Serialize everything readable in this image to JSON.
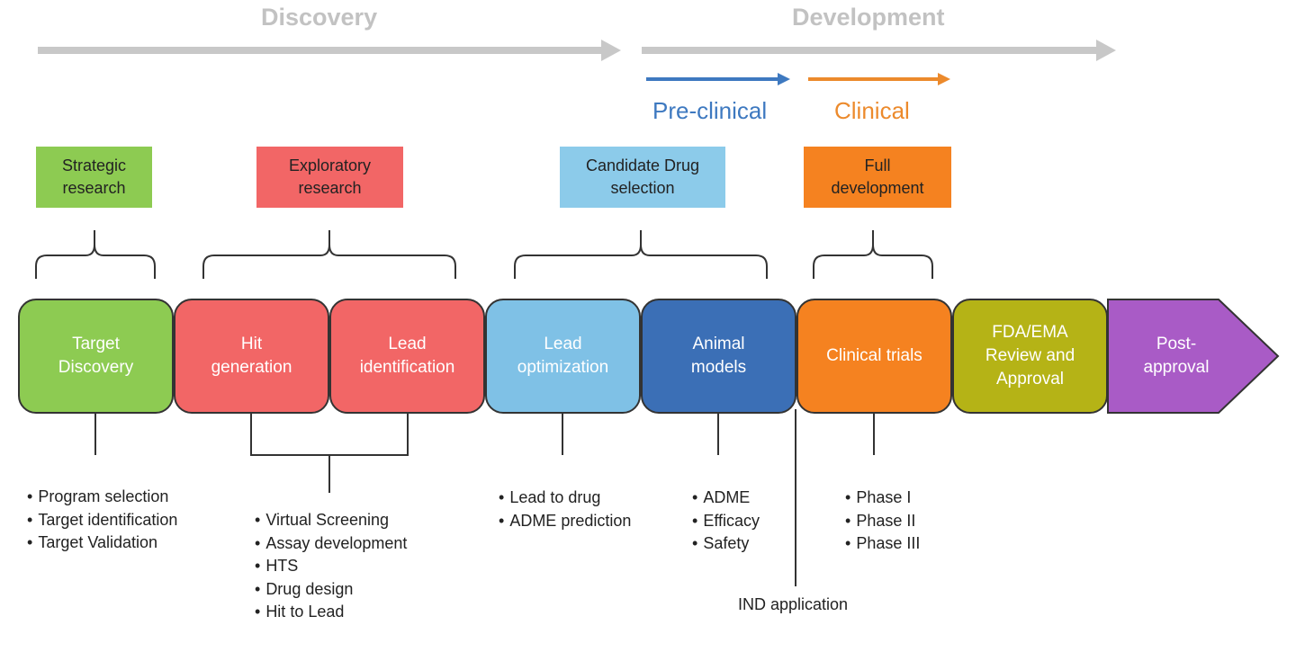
{
  "phases": {
    "discovery": "Discovery",
    "development": "Development"
  },
  "subphases": {
    "preclinical": "Pre-clinical",
    "clinical": "Clinical"
  },
  "categories": [
    {
      "label": "Strategic\nresearch",
      "color": "#8dcb52"
    },
    {
      "label": "Exploratory\nresearch",
      "color": "#f26666"
    },
    {
      "label": "Candidate Drug\nselection",
      "color": "#8ccbea"
    },
    {
      "label": "Full\ndevelopment",
      "color": "#f58220"
    }
  ],
  "stages": [
    {
      "label": "Target\nDiscovery",
      "color": "#8dcb52"
    },
    {
      "label": "Hit\ngeneration",
      "color": "#f26666"
    },
    {
      "label": "Lead\nidentification",
      "color": "#f26666"
    },
    {
      "label": "Lead\noptimization",
      "color": "#7fc1e6"
    },
    {
      "label": "Animal\nmodels",
      "color": "#3b6fb6"
    },
    {
      "label": "Clinical trials",
      "color": "#f58220"
    },
    {
      "label": "FDA/EMA\nReview and\nApproval",
      "color": "#b5b316"
    },
    {
      "label": "Post-\napproval",
      "color": "#a95bc6"
    }
  ],
  "bullets": {
    "target": [
      "Program selection",
      "Target identification",
      "Target Validation"
    ],
    "hit_lead": [
      "Virtual Screening",
      "Assay development",
      "HTS",
      "Drug design",
      "Hit to Lead"
    ],
    "optimization": [
      "Lead to drug",
      "ADME prediction"
    ],
    "animal": [
      "ADME",
      "Efficacy",
      "Safety"
    ],
    "clinical": [
      "Phase I",
      "Phase II",
      "Phase III"
    ]
  },
  "ind_label": "IND application",
  "colors": {
    "gray_arrow": "#c8c8c8",
    "preclinical": "#3e79c0",
    "clinical": "#ec8a2c",
    "line": "#333333"
  }
}
